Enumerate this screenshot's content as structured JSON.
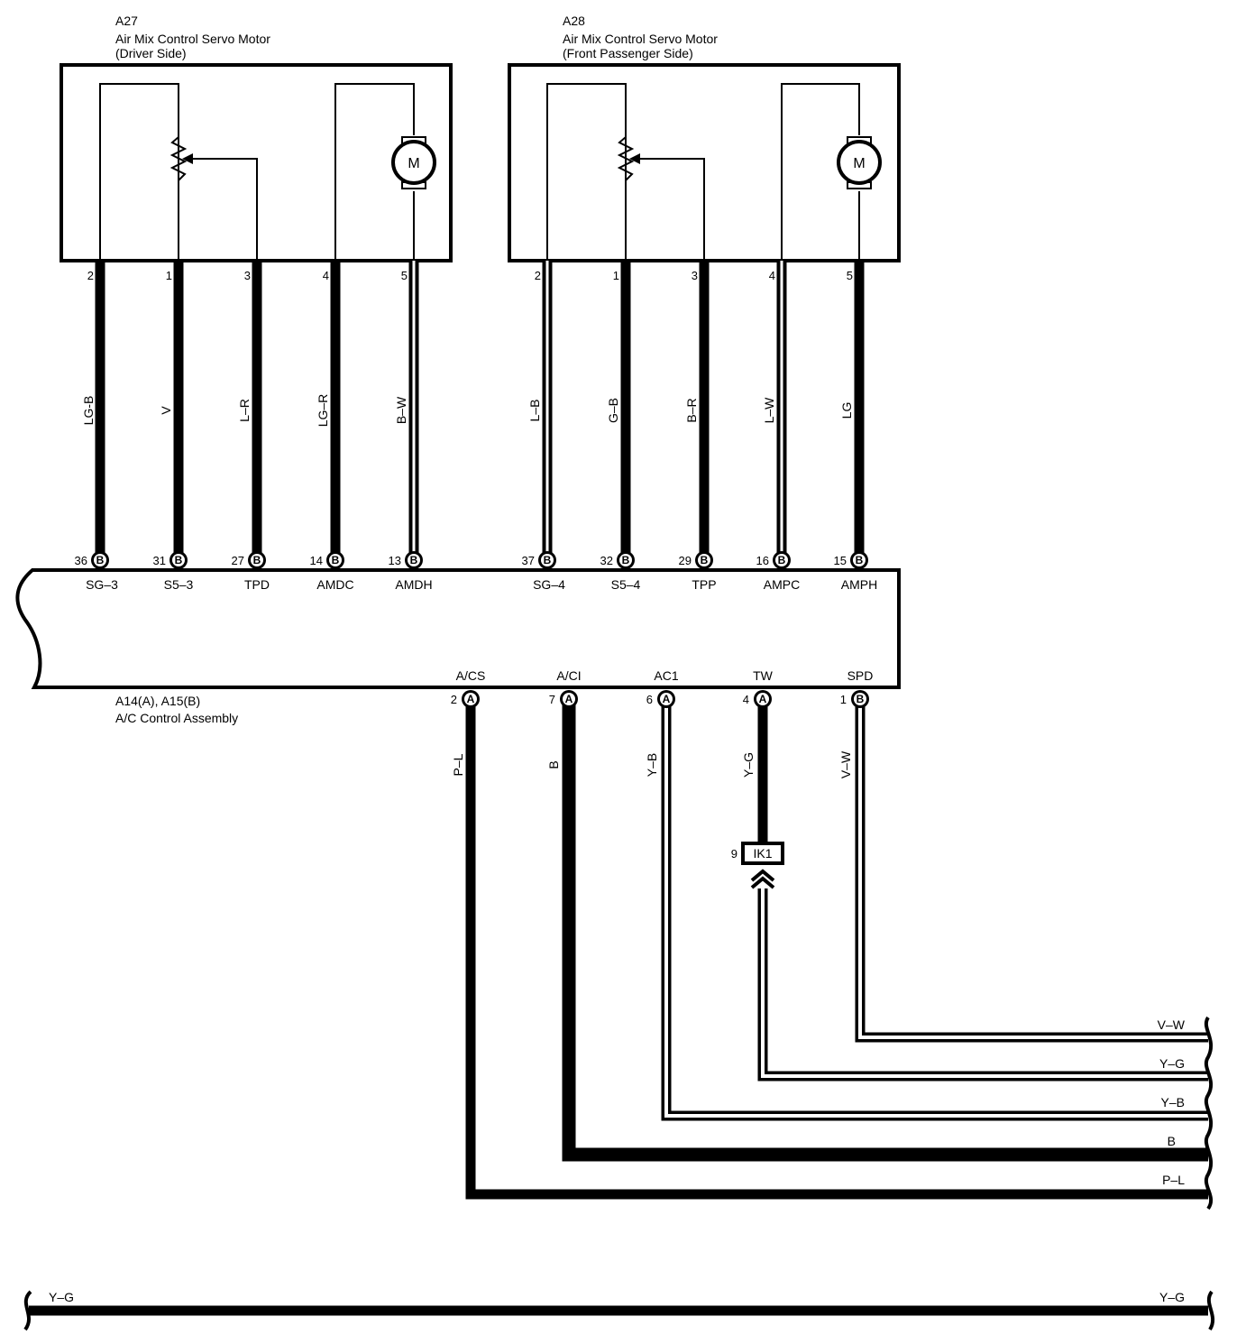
{
  "components": {
    "a27": {
      "id": "A27",
      "name": "Air Mix Control Servo Motor",
      "side": "(Driver Side)",
      "motor_label": "M"
    },
    "a28": {
      "id": "A28",
      "name": "Air Mix Control Servo Motor",
      "side": "(Front Passenger Side)",
      "motor_label": "M"
    },
    "assembly": {
      "connectors": "A14(A), A15(B)",
      "name": "A/C Control Assembly"
    }
  },
  "wires_a27": [
    {
      "motor_pin": "2",
      "color": "LG-B",
      "ecu_pin": "36",
      "conn": "B",
      "terminal": "SG–3"
    },
    {
      "motor_pin": "1",
      "color": "V",
      "ecu_pin": "31",
      "conn": "B",
      "terminal": "S5–3"
    },
    {
      "motor_pin": "3",
      "color": "L–R",
      "ecu_pin": "27",
      "conn": "B",
      "terminal": "TPD"
    },
    {
      "motor_pin": "4",
      "color": "LG–R",
      "ecu_pin": "14",
      "conn": "B",
      "terminal": "AMDC"
    },
    {
      "motor_pin": "5",
      "color": "B–W",
      "ecu_pin": "13",
      "conn": "B",
      "terminal": "AMDH"
    }
  ],
  "wires_a28": [
    {
      "motor_pin": "2",
      "color": "L–B",
      "ecu_pin": "37",
      "conn": "B",
      "terminal": "SG–4"
    },
    {
      "motor_pin": "1",
      "color": "G–B",
      "ecu_pin": "32",
      "conn": "B",
      "terminal": "S5–4"
    },
    {
      "motor_pin": "3",
      "color": "B–R",
      "ecu_pin": "29",
      "conn": "B",
      "terminal": "TPP"
    },
    {
      "motor_pin": "4",
      "color": "L–W",
      "ecu_pin": "16",
      "conn": "B",
      "terminal": "AMPC"
    },
    {
      "motor_pin": "5",
      "color": "LG",
      "ecu_pin": "15",
      "conn": "B",
      "terminal": "AMPH"
    }
  ],
  "bottom_wires": [
    {
      "terminal": "A/CS",
      "pin": "2",
      "conn": "A",
      "color": "P–L",
      "end_label": "P–L"
    },
    {
      "terminal": "A/CI",
      "pin": "7",
      "conn": "A",
      "color": "B",
      "end_label": "B"
    },
    {
      "terminal": "AC1",
      "pin": "6",
      "conn": "A",
      "color": "Y–B",
      "end_label": "Y–B"
    },
    {
      "terminal": "TW",
      "pin": "4",
      "conn": "A",
      "color": "Y–G",
      "end_label": "Y–G"
    },
    {
      "terminal": "SPD",
      "pin": "1",
      "conn": "B",
      "color": "V–W",
      "end_label": "V–W"
    }
  ],
  "junction": {
    "pin": "9",
    "label": "IK1"
  },
  "lower_wire": {
    "left_label": "Y–G",
    "right_label": "Y–G"
  }
}
